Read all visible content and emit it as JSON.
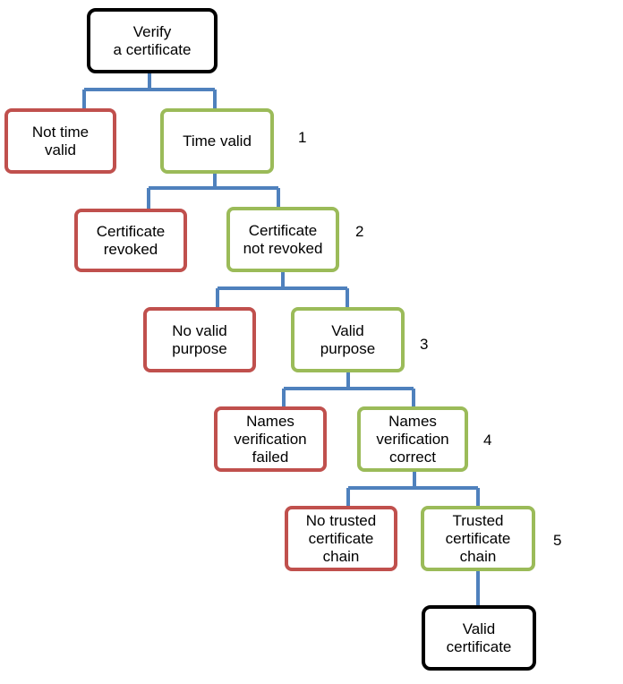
{
  "nodes": {
    "root": "Verify\na certificate",
    "not_time_valid": "Not time\nvalid",
    "time_valid": "Time valid",
    "cert_revoked": "Certificate\nrevoked",
    "cert_not_revoked": "Certificate\nnot revoked",
    "no_valid_purpose": "No valid\npurpose",
    "valid_purpose": "Valid\npurpose",
    "names_failed": "Names\nverification\nfailed",
    "names_correct": "Names\nverification\ncorrect",
    "no_trusted_chain": "No trusted\ncertificate\nchain",
    "trusted_chain": "Trusted\ncertificate\nchain",
    "valid_certificate": "Valid\ncertificate"
  },
  "steps": [
    "1",
    "2",
    "3",
    "4",
    "5"
  ],
  "colors": {
    "terminal": "#000000",
    "fail": "#c0504d",
    "pass": "#9bbb59",
    "connector": "#4f81bd"
  }
}
